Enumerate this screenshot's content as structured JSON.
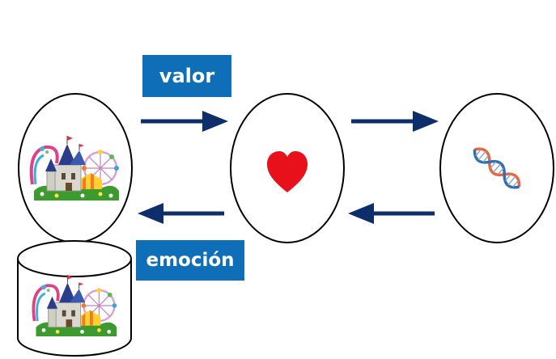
{
  "labels": {
    "top": "valor",
    "bottom": "emoción"
  },
  "nodes": [
    {
      "id": "amusement-park",
      "icon": "amusement-park-castle-icon"
    },
    {
      "id": "heart",
      "icon": "heart-icon"
    },
    {
      "id": "dna",
      "icon": "dna-icon"
    }
  ],
  "storage": {
    "icon": "amusement-park-castle-icon"
  },
  "colors": {
    "arrow": "#0d2d6b",
    "label_background": "#0e6fb8",
    "label_text": "#ffffff",
    "heart": "#e8101a",
    "outline": "#000000"
  }
}
